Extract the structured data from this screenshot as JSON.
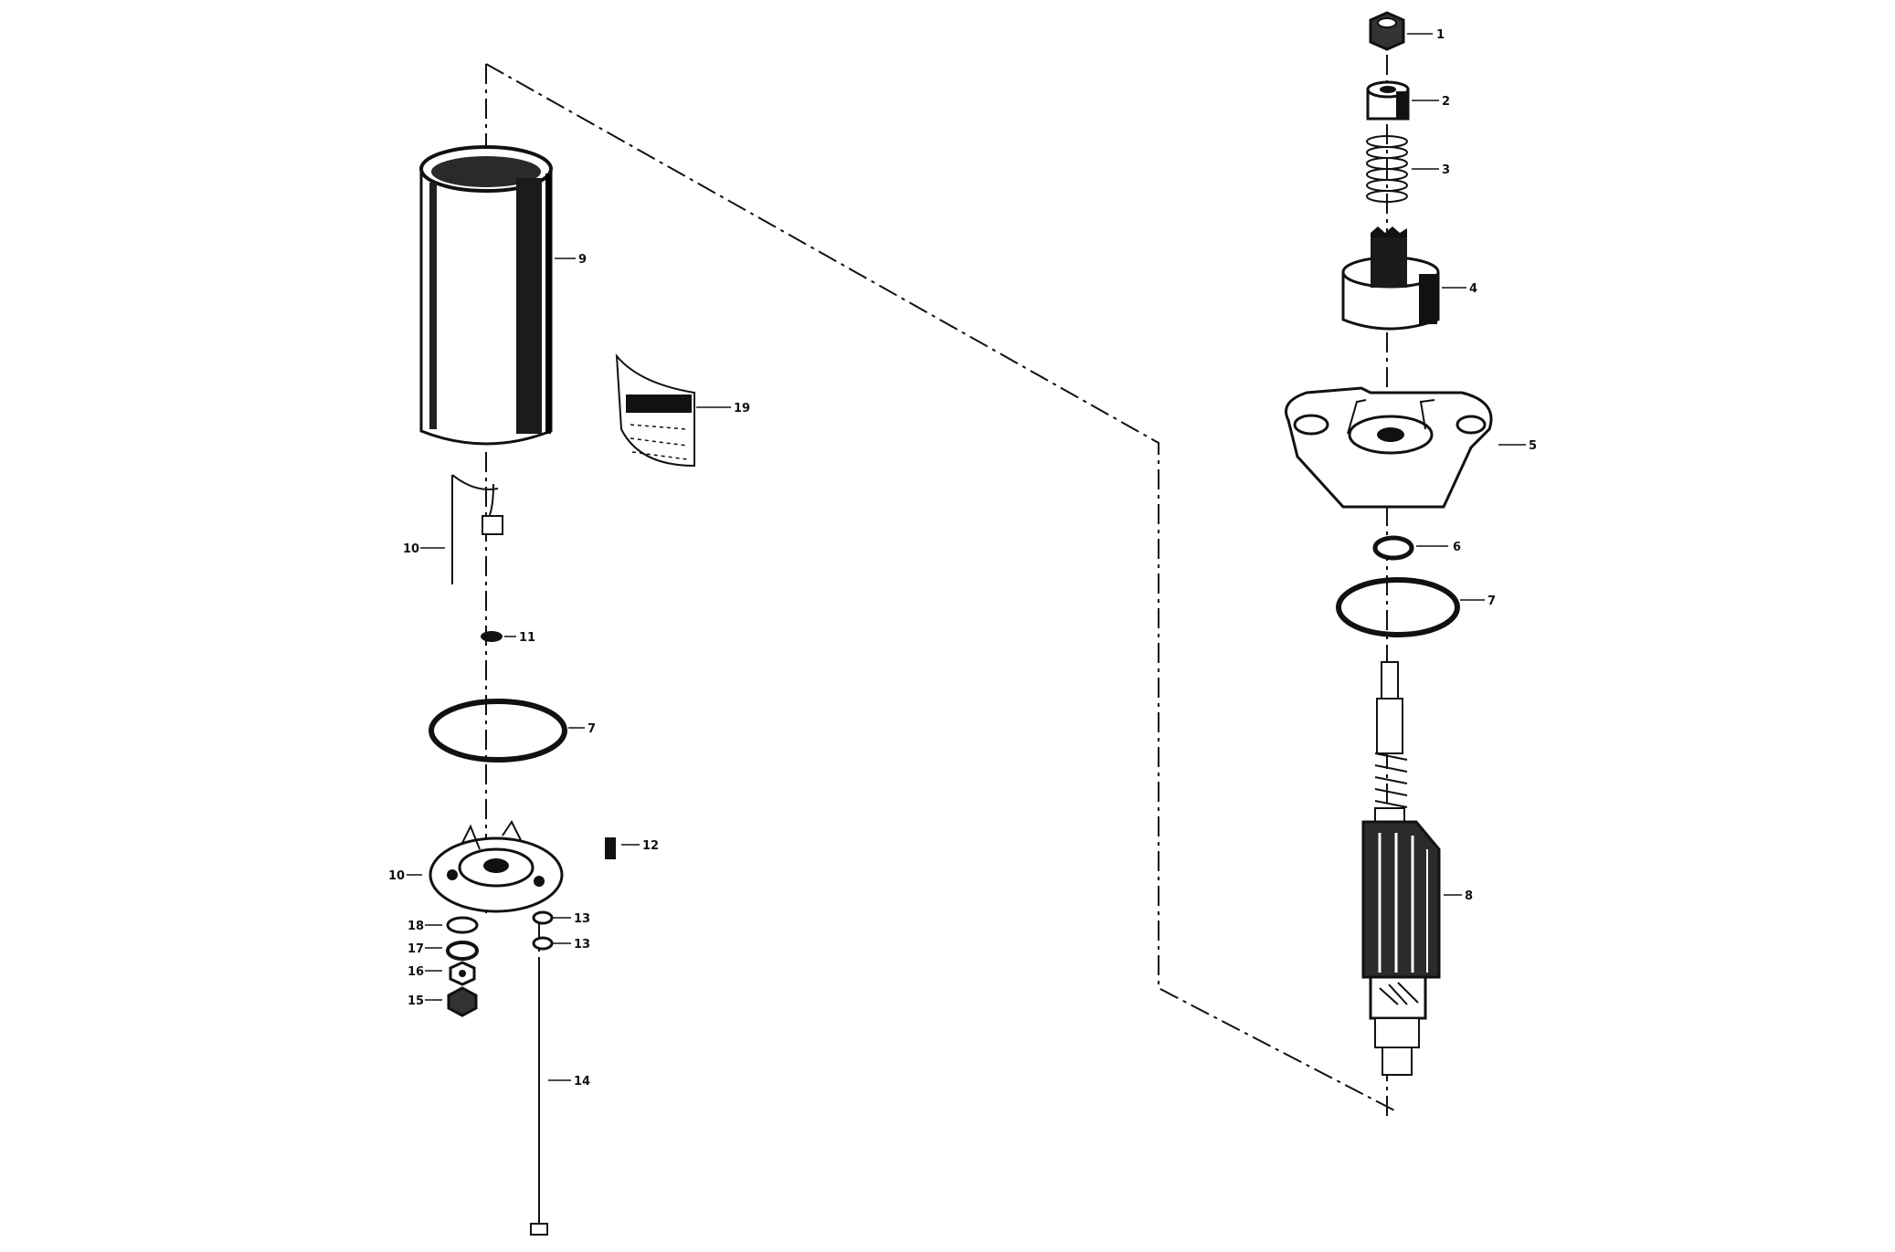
{
  "callouts": {
    "c1": "1",
    "c2": "2",
    "c3": "3",
    "c4": "4",
    "c5": "5",
    "c6": "6",
    "c7_right": "7",
    "c8": "8",
    "c9": "9",
    "c19": "19",
    "c10_top": "10",
    "c11": "11",
    "c7_left": "7",
    "c12": "12",
    "c10_bottom": "10",
    "c13_a": "13",
    "c13_b": "13",
    "c18": "18",
    "c17": "17",
    "c16": "16",
    "c15": "15",
    "c14": "14"
  }
}
